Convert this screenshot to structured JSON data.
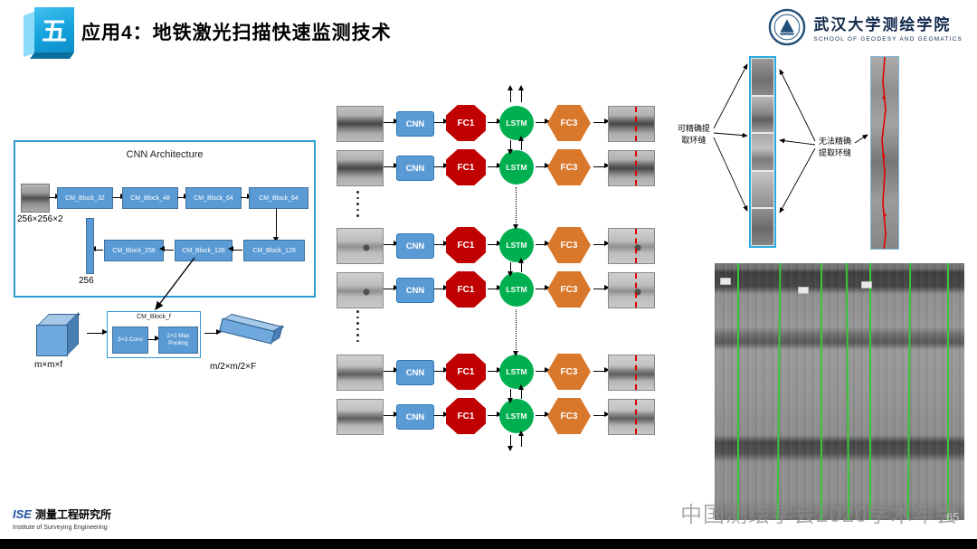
{
  "header": {
    "badge": "五",
    "title": "应用4：地铁激光扫描快速监测技术",
    "logo": {
      "cn": "武汉大学测绘学院",
      "en": "SCHOOL OF GEODESY AND GEOMATICS"
    }
  },
  "arch": {
    "title": "CNN Architecture",
    "input_size": "256×256×2",
    "row1": [
      "CM_Block_32",
      "CM_Block_48",
      "CM_Block_64",
      "CM_Block_64"
    ],
    "row2": [
      "CM_Block_256",
      "CM_Block_128",
      "CM_Block_128"
    ],
    "feature_size": "256"
  },
  "cm_block": {
    "input": "m×m×f",
    "title": "CM_Block_f",
    "conv": "3×3 Conv",
    "pool": "2×2 Max Pooling",
    "output": "m/2×m/2×F"
  },
  "pipeline": {
    "cnn": "CNN",
    "fc1": "FC1",
    "lstm": "LSTM",
    "fc3": "FC3"
  },
  "annotations": {
    "precise": "可精确提取环缝",
    "imprecise": "无法精确提取环缝"
  },
  "footer": {
    "ise_abbr": "ISE",
    "ise_cn": "测量工程研究所",
    "ise_en": "Institute of Surveying Engineering",
    "watermark": "中国测绘学会2020学术年会",
    "page": "65"
  },
  "colors": {
    "cnn_blue": "#5B9BD5",
    "fc1_red": "#C00000",
    "lstm_green": "#00B050",
    "fc3_orange": "#D9772B",
    "accent_blue": "#29ABE2",
    "seam_green": "#38C738",
    "seam_red": "#E00000"
  }
}
